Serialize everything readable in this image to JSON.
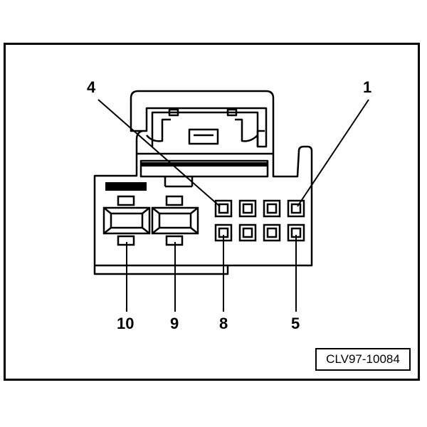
{
  "diagram": {
    "pin_labels": {
      "pin_4": "4",
      "pin_1": "1",
      "pin_10": "10",
      "pin_9": "9",
      "pin_8": "8",
      "pin_5": "5"
    },
    "reference_code": "CLV97-10084"
  }
}
